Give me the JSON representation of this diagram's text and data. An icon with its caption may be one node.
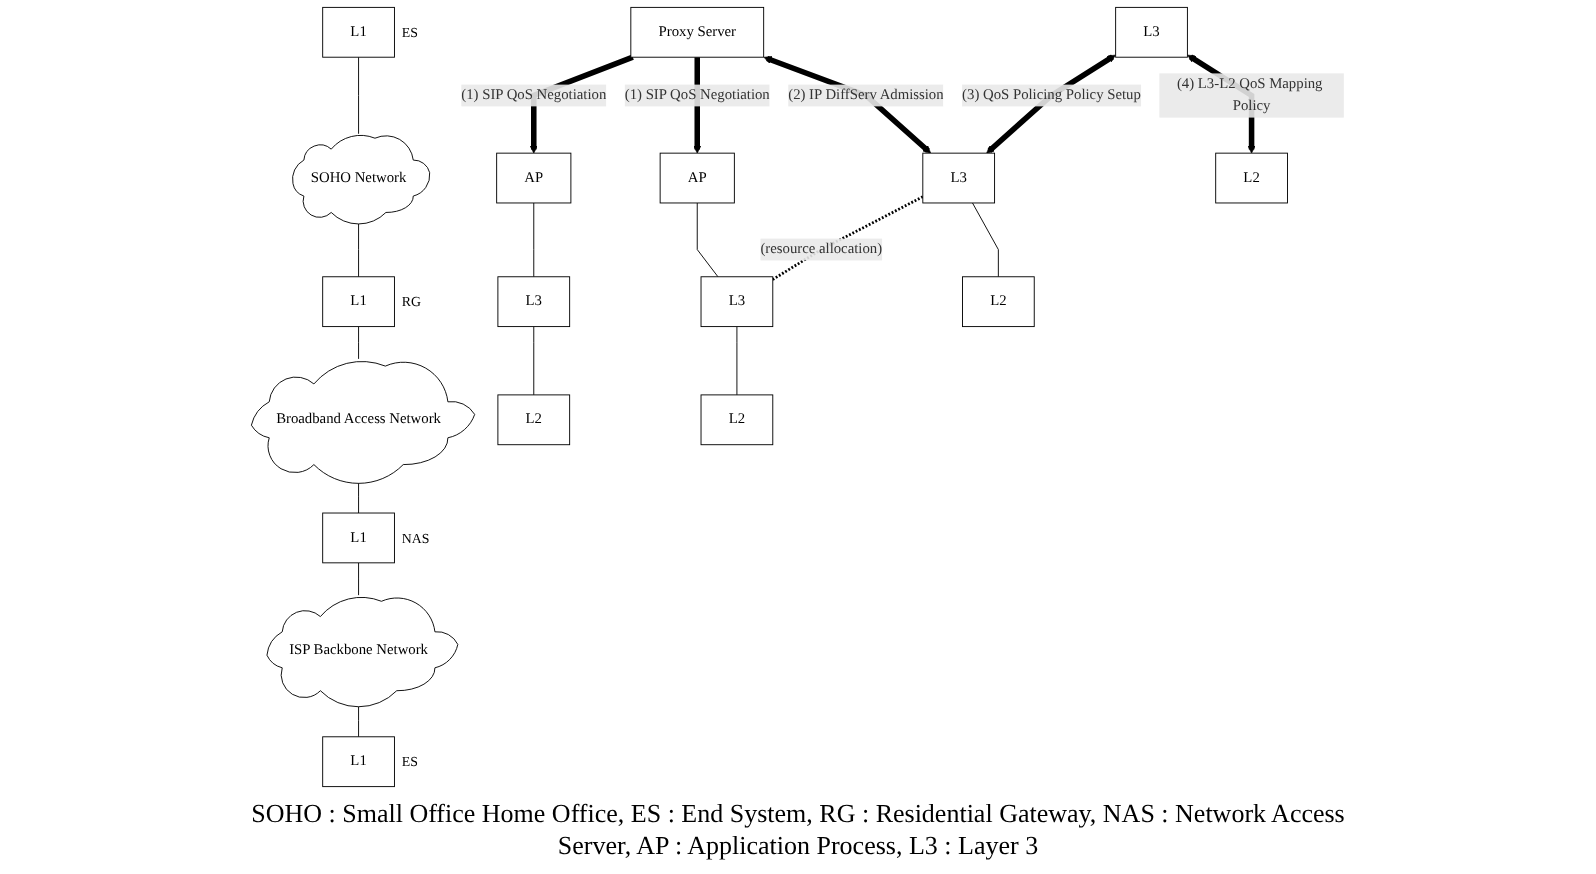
{
  "diagram": {
    "caption": "SOHO : Small Office Home Office, ES : End System, RG : Residential Gateway, NAS : Network Access Server, AP : Application Process, L3 : Layer 3",
    "nodes": [
      {
        "text": [
          "Proxy Server"
        ]
      },
      {
        "text": [
          "AP"
        ]
      },
      {
        "text": [
          "AP"
        ]
      },
      {
        "text": [
          "L3"
        ]
      },
      {
        "text": [
          "L3"
        ]
      },
      {
        "text": [
          "L3"
        ]
      },
      {
        "text": [
          "L3"
        ]
      },
      {
        "text": [
          "L2"
        ]
      },
      {
        "text": [
          "L1"
        ],
        "beside": [
          "ES"
        ]
      },
      {
        "text": [
          "SOHO Network"
        ]
      },
      {
        "text": [
          "L2"
        ]
      },
      {
        "text": [
          "L1"
        ],
        "beside": [
          "RG"
        ]
      },
      {
        "text": [
          "Broadband Access Network"
        ]
      },
      {
        "text": [
          "L2"
        ]
      },
      {
        "text": [
          "L1"
        ],
        "beside": [
          "NAS"
        ]
      },
      {
        "text": [
          "ISP Backbone Network"
        ]
      },
      {
        "text": [
          "L2"
        ]
      },
      {
        "text": [
          "L1"
        ],
        "beside": [
          "ES"
        ]
      }
    ],
    "edges": [
      {
        "from": 0,
        "to": 1,
        "arrow": "to",
        "label": "(1) SIP QoS Negotiation",
        "style": "thick"
      },
      {
        "from": 0,
        "to": 2,
        "arrow": "to",
        "label": "(1) SIP QoS Negotiation",
        "style": "thick"
      },
      {
        "from": 0,
        "to": 5,
        "arrow": "both",
        "label": "(2) IP DiffServ Admission",
        "style": "thick"
      },
      {
        "from": 4,
        "to": 5,
        "arrow": "both",
        "label": "(3) QoS Policing Policy Setup",
        "style": "thick"
      },
      {
        "from": 4,
        "to": 10,
        "arrow": "both",
        "label": "(4) L3-L2 QoS Mapping Policy",
        "style": "thick"
      },
      {
        "from": 5,
        "to": 6,
        "arrow": "none",
        "label": "(resource allocation)",
        "style": "dashed"
      },
      {
        "from": 1,
        "to": 3,
        "arrow": "none"
      },
      {
        "from": 3,
        "to": 7,
        "arrow": "none"
      },
      {
        "from": 2,
        "to": 6,
        "arrow": "none"
      },
      {
        "from": 6,
        "to": 16,
        "arrow": "none"
      },
      {
        "from": 5,
        "to": 13,
        "arrow": "none"
      },
      {
        "from": 8,
        "to": 9,
        "arrow": "none"
      },
      {
        "from": 9,
        "to": 11,
        "arrow": "none"
      },
      {
        "from": 11,
        "to": 12,
        "arrow": "none"
      },
      {
        "from": 12,
        "to": 14,
        "arrow": "none"
      },
      {
        "from": 14,
        "to": 15,
        "arrow": "none"
      },
      {
        "from": 15,
        "to": 17,
        "arrow": "none"
      }
    ]
  }
}
